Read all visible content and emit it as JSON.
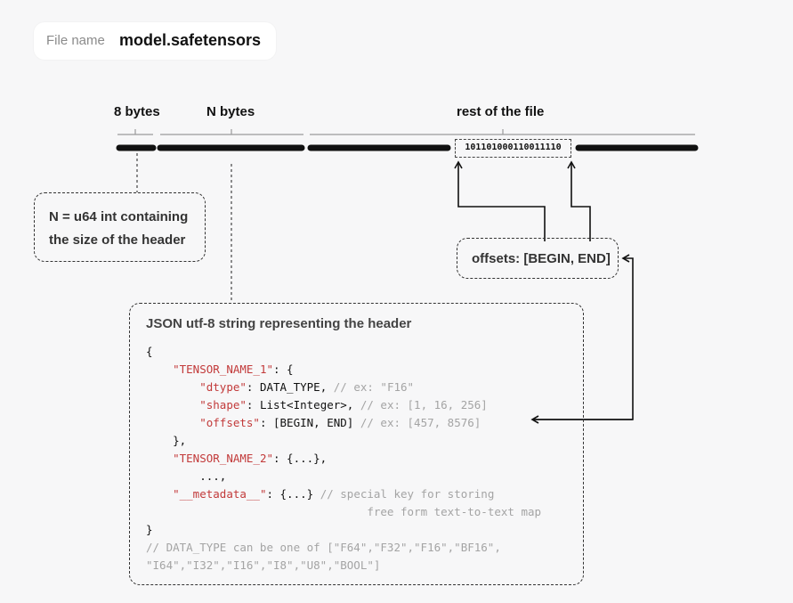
{
  "file": {
    "label": "File name",
    "value": "model.safetensors"
  },
  "segments": {
    "header_len": "8 bytes",
    "header": "N bytes",
    "rest": "rest of the file"
  },
  "bits": "10110100011001111 0",
  "notes": {
    "n_line1": "N = u64 int containing",
    "n_line2": "the size of the header",
    "offsets": "offsets: [BEGIN, END]"
  },
  "json_box": {
    "title": "JSON utf-8 string representing the header"
  },
  "code": {
    "open_brace": "{",
    "tensor_1_key": "\"TENSOR_NAME_1\"",
    "tensor_1_rest": ": {",
    "dtype_key": "\"dtype\"",
    "dtype_value": ": DATA_TYPE, ",
    "dtype_comment": "// ex: \"F16\"",
    "shape_key": "\"shape\"",
    "shape_value": ": List<Integer>, ",
    "shape_comment": "// ex: [1, 16, 256]",
    "offsets_key": "\"offsets\"",
    "offsets_value": ": [BEGIN, END] ",
    "offsets_comment": "// ex: [457, 8576]",
    "close_tensor_1": "},",
    "tensor_2_key": "\"TENSOR_NAME_2\"",
    "tensor_2_rest": ": {...},",
    "ellipsis": "...,",
    "metadata_key": "\"__metadata__\"",
    "metadata_value": ": {...} ",
    "metadata_comment_1": "// special key for storing",
    "metadata_comment_2": "free form text-to-text map",
    "close_brace": "}",
    "footer_comment_1": "// DATA_TYPE can be one of [\"F64\",\"F32\",\"F16\",\"BF16\",",
    "footer_comment_2": "\"I64\",\"I32\",\"I16\",\"I8\",\"U8\",\"BOOL\"]"
  }
}
